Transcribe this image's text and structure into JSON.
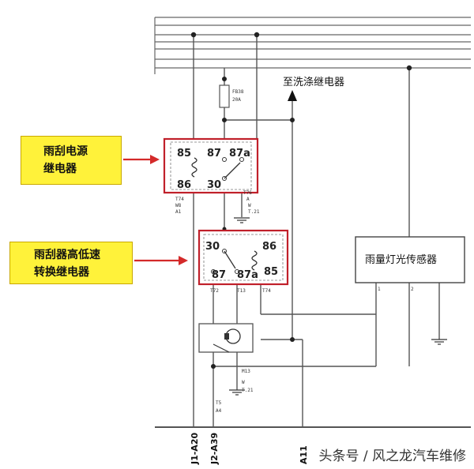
{
  "callouts": {
    "power_relay": {
      "line1": "雨刮电源",
      "line2": "继电器"
    },
    "speed_relay": {
      "line1": "雨刮器高低速",
      "line2": "转换继电器"
    }
  },
  "labels": {
    "to_washer_relay": "至洗涤继电器",
    "rain_sensor": "雨量灯光传感器"
  },
  "fuse": {
    "line1": "FB38",
    "line2": "20A"
  },
  "power_relay_pins": {
    "p85": "85",
    "p87": "87",
    "p87a": "87a",
    "p86": "86",
    "p30": "30"
  },
  "speed_relay_pins": {
    "p30": "30",
    "p86": "86",
    "p87": "87",
    "p87a": "87a",
    "p85": "85"
  },
  "connectors": {
    "j1a20": "J1-A20",
    "j2a39": "J2-A39",
    "a11": "A11"
  },
  "small_labels": {
    "r1": "T74",
    "r2": "W8",
    "r3": "A1",
    "g1a": "W",
    "g1b": "T.21",
    "s1": "T72",
    "s2": "T13",
    "s3": "T74",
    "m1": "M13",
    "m2": "W",
    "m3": "T.21",
    "b1": "T5",
    "b2": "A4",
    "pin1": "1",
    "pin2": "2",
    "r4": "T76",
    "r5": "A"
  },
  "watermark": "头条号 / 风之龙汽车维修",
  "colors": {
    "callout_bg": "#fff23a",
    "relay_border": "#c0202a",
    "arrow": "#d42a2a",
    "wire": "#555555"
  }
}
